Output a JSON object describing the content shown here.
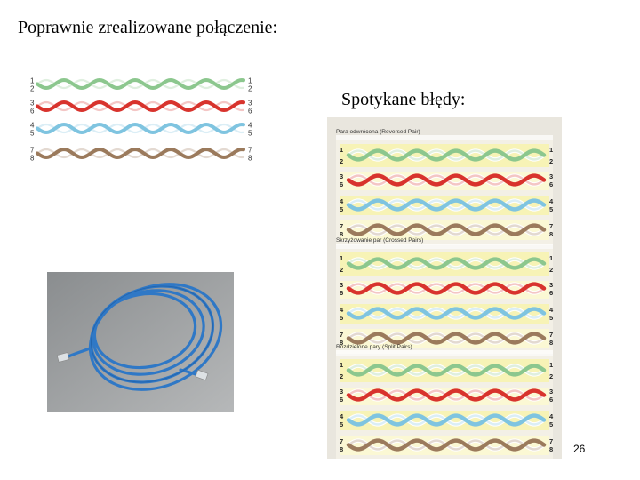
{
  "slide": {
    "title": "Poprawnie zrealizowane połączenie:",
    "subtitle": "Spotykane błędy:",
    "page_number": "26"
  },
  "correct_wiring": {
    "pins_left": [
      "1",
      "2",
      "3",
      "6",
      "4",
      "5",
      "7",
      "8"
    ],
    "pins_right": [
      "1",
      "2",
      "3",
      "6",
      "4",
      "5",
      "7",
      "8"
    ],
    "pair_colors": [
      "#8cc78e",
      "#d8332d",
      "#7fc4e0",
      "#9b7a5c"
    ]
  },
  "errors": [
    {
      "label": "Para odwrócona (Reversed Pair)",
      "pins_left": [
        "1",
        "2",
        "3",
        "6",
        "4",
        "5",
        "7",
        "8"
      ],
      "pins_right": [
        "1",
        "2",
        "3",
        "6",
        "4",
        "5",
        "7",
        "8"
      ]
    },
    {
      "label": "Skrzyżowanie par (Crossed Pairs)",
      "pins_left": [
        "1",
        "2",
        "3",
        "6",
        "4",
        "5",
        "7",
        "8"
      ],
      "pins_right": [
        "1",
        "2",
        "3",
        "6",
        "4",
        "5",
        "7",
        "8"
      ]
    },
    {
      "label": "Rozdzielone pary (Split Pairs)",
      "pins_left": [
        "1",
        "2",
        "3",
        "6",
        "4",
        "5",
        "7",
        "8"
      ],
      "pins_right": [
        "1",
        "2",
        "3",
        "6",
        "4",
        "5",
        "7",
        "8"
      ]
    }
  ]
}
